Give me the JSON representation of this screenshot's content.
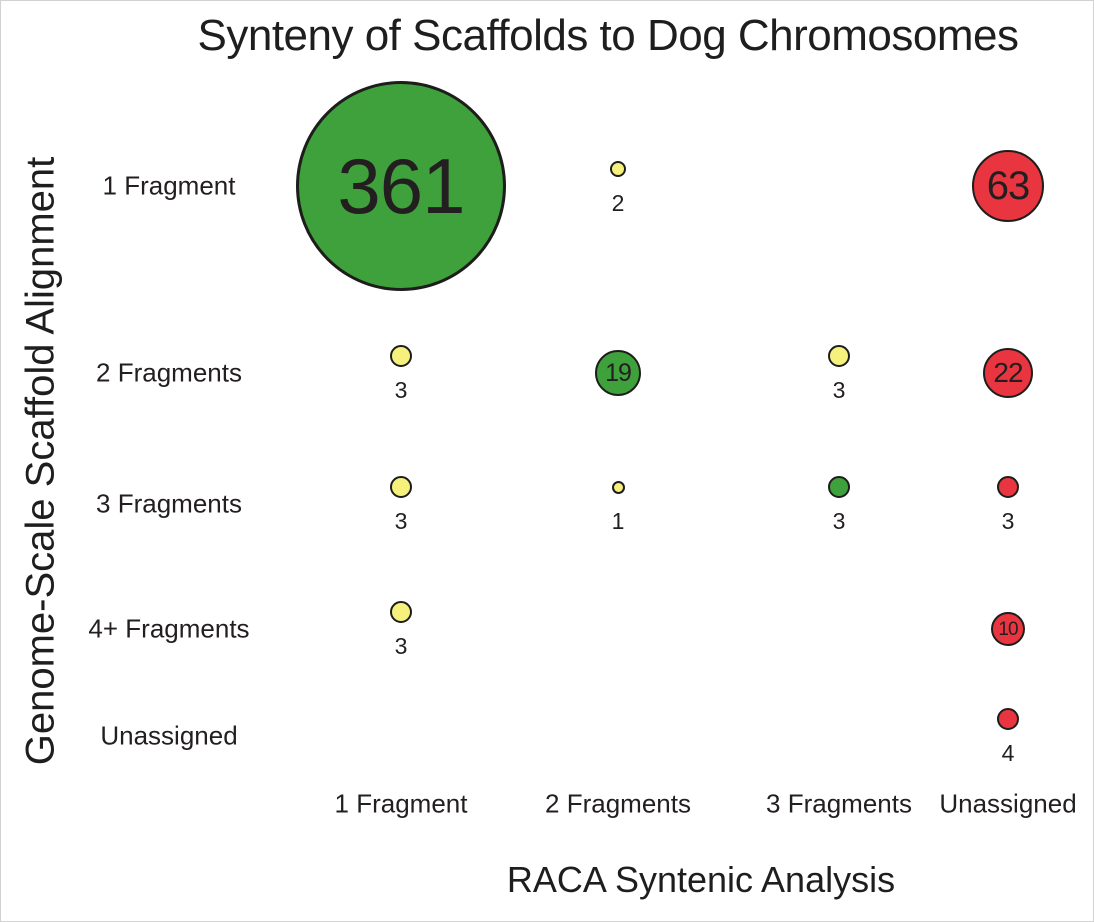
{
  "title": "Synteny of Scaffolds to Dog Chromosomes",
  "y_axis_label": "Genome-Scale Scaffold Alignment",
  "x_axis_label": "RACA Syntenic Analysis",
  "colors": {
    "green": "#3fa13c",
    "yellow": "#f6f07c",
    "red": "#e8353f",
    "outline": "#1d1d1b",
    "text": "#231f20"
  },
  "chart_data": {
    "type": "bubble",
    "title": "Synteny of Scaffolds to Dog Chromosomes",
    "xlabel": "RACA Syntenic Analysis",
    "ylabel": "Genome-Scale Scaffold Alignment",
    "rows": [
      "1 Fragment",
      "2 Fragments",
      "3 Fragments",
      "4+ Fragments",
      "Unassigned"
    ],
    "columns": [
      "1 Fragment",
      "2 Fragments",
      "3 Fragments",
      "Unassigned"
    ],
    "legend": "none",
    "grid": false,
    "points": [
      {
        "row": 0,
        "col": 0,
        "value": 361,
        "color": "green",
        "label_position": "inside",
        "diameter": 210
      },
      {
        "row": 0,
        "col": 1,
        "value": 2,
        "color": "yellow",
        "label_position": "below",
        "diameter": 16
      },
      {
        "row": 0,
        "col": 3,
        "value": 63,
        "color": "red",
        "label_position": "inside",
        "diameter": 72
      },
      {
        "row": 1,
        "col": 0,
        "value": 3,
        "color": "yellow",
        "label_position": "below",
        "diameter": 22
      },
      {
        "row": 1,
        "col": 1,
        "value": 19,
        "color": "green",
        "label_position": "inside",
        "diameter": 46
      },
      {
        "row": 1,
        "col": 2,
        "value": 3,
        "color": "yellow",
        "label_position": "below",
        "diameter": 22
      },
      {
        "row": 1,
        "col": 3,
        "value": 22,
        "color": "red",
        "label_position": "inside",
        "diameter": 50
      },
      {
        "row": 2,
        "col": 0,
        "value": 3,
        "color": "yellow",
        "label_position": "below",
        "diameter": 22
      },
      {
        "row": 2,
        "col": 1,
        "value": 1,
        "color": "yellow",
        "label_position": "below",
        "diameter": 13
      },
      {
        "row": 2,
        "col": 2,
        "value": 3,
        "color": "green",
        "label_position": "below",
        "diameter": 22
      },
      {
        "row": 2,
        "col": 3,
        "value": 3,
        "color": "red",
        "label_position": "below",
        "diameter": 22
      },
      {
        "row": 3,
        "col": 0,
        "value": 3,
        "color": "yellow",
        "label_position": "below",
        "diameter": 22
      },
      {
        "row": 3,
        "col": 3,
        "value": 10,
        "color": "red",
        "label_position": "inside",
        "diameter": 34
      },
      {
        "row": 4,
        "col": 3,
        "value": 4,
        "color": "red",
        "label_position": "below",
        "diameter": 22
      }
    ]
  }
}
